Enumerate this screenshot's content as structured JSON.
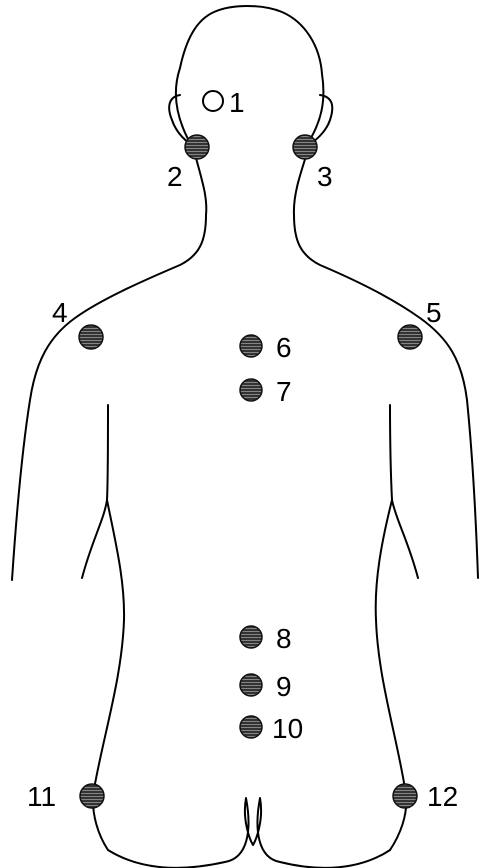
{
  "diagram": {
    "stroke_color": "#000000",
    "dot_fill": "#333333",
    "hatch_color": "#9a9a9a",
    "points": [
      {
        "label": "1",
        "style": "hollow"
      },
      {
        "label": "2",
        "style": "filled"
      },
      {
        "label": "3",
        "style": "filled"
      },
      {
        "label": "4",
        "style": "filled"
      },
      {
        "label": "5",
        "style": "filled"
      },
      {
        "label": "6",
        "style": "filled"
      },
      {
        "label": "7",
        "style": "filled"
      },
      {
        "label": "8",
        "style": "filled"
      },
      {
        "label": "9",
        "style": "filled"
      },
      {
        "label": "10",
        "style": "filled"
      },
      {
        "label": "11",
        "style": "filled"
      },
      {
        "label": "12",
        "style": "filled"
      }
    ]
  }
}
